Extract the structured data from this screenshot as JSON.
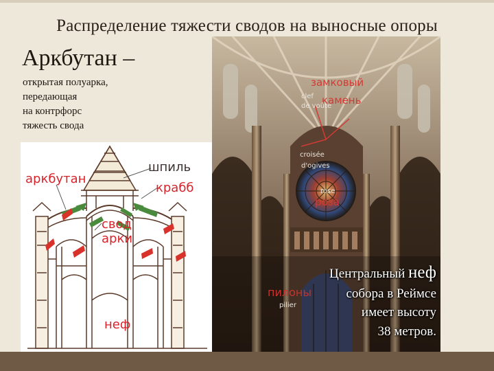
{
  "slide": {
    "title": "Распределение тяжести сводов на выносные опоры",
    "heading": "Аркбутан –",
    "definition_lines": [
      "открытая полуарка,",
      "передающая",
      "на контрфорс",
      "тяжесть свода"
    ]
  },
  "diagram": {
    "labels": {
      "arkbutan": "аркбутан",
      "shpil": "шпиль",
      "krabb": "крабб",
      "svod": "свод",
      "arki": "арки",
      "nef": "неф"
    }
  },
  "photo": {
    "labels": {
      "zamkovy": "замковый",
      "kamen": "камень",
      "clef": "clef",
      "de_voute": "de voûte",
      "croisee": "croisée",
      "dogives": "d'ogives",
      "rose_fr": "rose",
      "roza": "роза",
      "pilier": "pilier",
      "pilony": "пилоны"
    },
    "caption": {
      "line1_prefix": "Центральный ",
      "line1_big": "неф",
      "line2": "собора в Реймсе",
      "line3": "имеет высоту",
      "line4": "38 метров."
    }
  },
  "colors": {
    "label_red": "#d8232a",
    "arrow_green": "#4a8a3c",
    "arrow_red": "#d8322a",
    "bottom_band": "#6e5a45"
  }
}
